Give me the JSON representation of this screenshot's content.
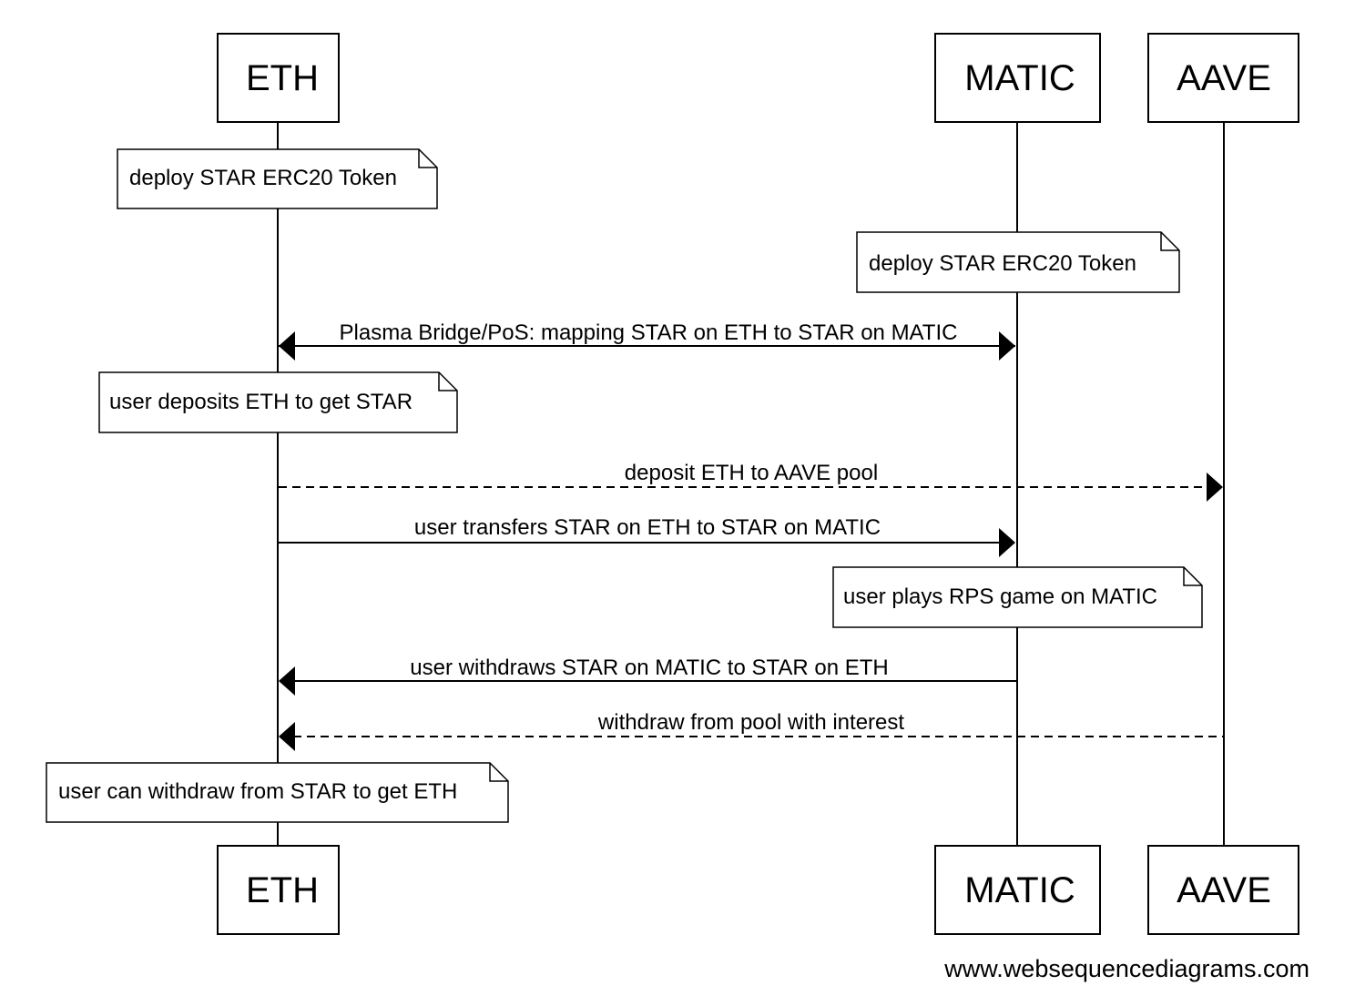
{
  "diagram": {
    "participants": [
      {
        "id": "eth",
        "label": "ETH"
      },
      {
        "id": "matic",
        "label": "MATIC"
      },
      {
        "id": "aave",
        "label": "AAVE"
      }
    ],
    "notes": [
      {
        "text": "deploy STAR ERC20 Token"
      },
      {
        "text": "deploy STAR ERC20 Token"
      },
      {
        "text": "user deposits ETH to get STAR"
      },
      {
        "text": "user plays RPS game on MATIC"
      },
      {
        "text": "user can withdraw from STAR to get ETH"
      }
    ],
    "messages": [
      {
        "from": "ETH",
        "to": "MATIC",
        "text": "Plasma Bridge/PoS: mapping STAR on ETH to STAR on MATIC",
        "style": "solid",
        "bidirectional": true
      },
      {
        "from": "ETH",
        "to": "AAVE",
        "text": "deposit ETH to AAVE pool",
        "style": "dashed",
        "bidirectional": false
      },
      {
        "from": "ETH",
        "to": "MATIC",
        "text": "user transfers STAR on ETH to STAR on MATIC",
        "style": "solid",
        "bidirectional": false
      },
      {
        "from": "MATIC",
        "to": "ETH",
        "text": "user withdraws STAR on MATIC to STAR on ETH",
        "style": "solid",
        "bidirectional": false
      },
      {
        "from": "AAVE",
        "to": "ETH",
        "text": "withdraw from pool with interest",
        "style": "dashed",
        "bidirectional": false
      }
    ],
    "footer": "www.websequencediagrams.com"
  }
}
